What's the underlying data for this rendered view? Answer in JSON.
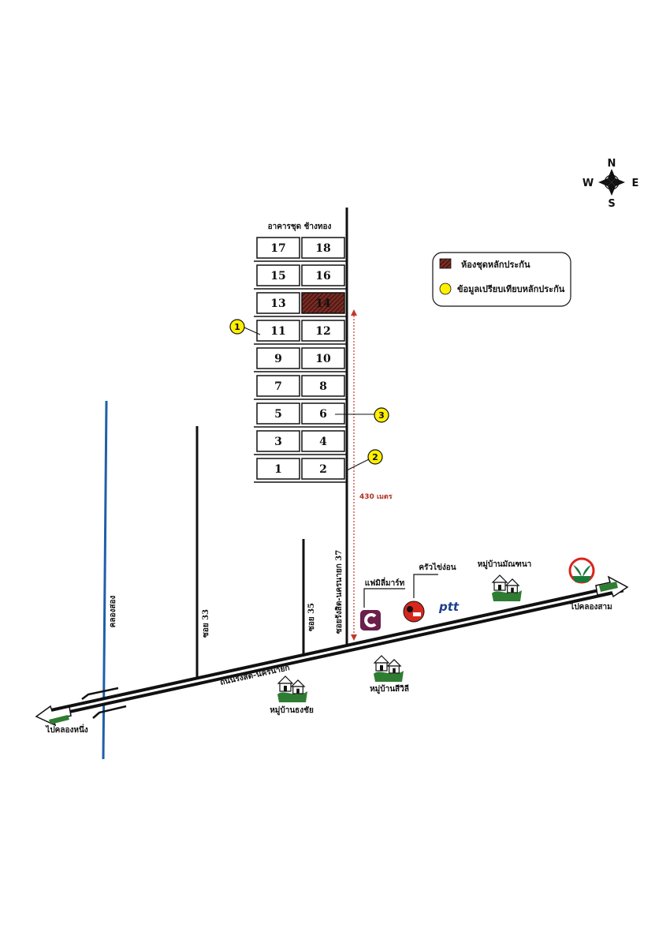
{
  "building": {
    "title": "อาคารชุด ช้างทอง",
    "units": [
      [
        "17",
        "18"
      ],
      [
        "15",
        "16"
      ],
      [
        "13",
        "14"
      ],
      [
        "11",
        "12"
      ],
      [
        "9",
        "10"
      ],
      [
        "7",
        "8"
      ],
      [
        "5",
        "6"
      ],
      [
        "3",
        "4"
      ],
      [
        "1",
        "2"
      ]
    ],
    "highlighted_unit": "14"
  },
  "compass": {
    "n": "N",
    "s": "S",
    "e": "E",
    "w": "W"
  },
  "legend": {
    "collateral": "ห้องชุดหลักประกัน",
    "comparison": "ข้อมูลเปรียบเทียบหลักประกัน"
  },
  "markers": [
    "1",
    "2",
    "3"
  ],
  "distance": "430 เมตร",
  "roads": {
    "main": "ถนนรังสิต-นครนายก",
    "soi33": "ซอย 33",
    "soi35": "ซอย 35",
    "soi37": "ซอยรังสิต-นครนายก 37",
    "canal": "คลองสอง"
  },
  "places": {
    "familymart": "แฟมิลี่มาร์ท",
    "restaurant": "ครัวไข่ง่อน",
    "village_manthana": "หมู่บ้านมัณฑนา",
    "village_siwilai": "หมู่บ้านสีวิลี",
    "village_thongchai": "หมู่บ้านธงชัย",
    "ptt": "ptt"
  },
  "directions": {
    "left": "ไปคลองหนึ่ง",
    "right": "ไปคลองสาม"
  },
  "colors": {
    "canal": "#1f5fa8",
    "collateral": "#7a2a22",
    "comparison": "#fff000",
    "distance": "#c0392b",
    "village_green": "#2e7d32",
    "familymart": "#6b1f4a",
    "kbank": "#1b7a3a"
  }
}
